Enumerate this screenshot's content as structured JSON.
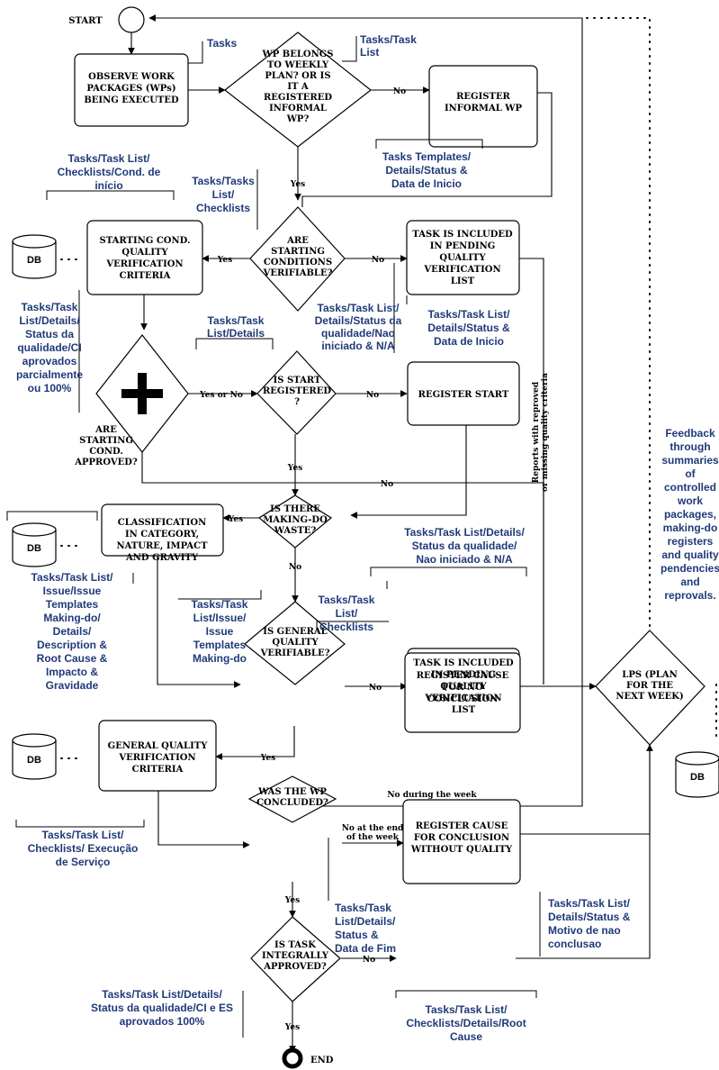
{
  "terminals": {
    "start": "START",
    "end": "END"
  },
  "processes": {
    "observe": [
      "OBSERVE WORK",
      "PACKAGES (WPs)",
      "BEING EXECUTED"
    ],
    "register_informal": [
      "REGISTER",
      "INFORMAL WP"
    ],
    "starting_criteria": [
      "STARTING COND.",
      "QUALITY",
      "VERIFICATION",
      "CRITERIA"
    ],
    "pending_list_1": [
      "TASK IS INCLUDED",
      "IN PENDING",
      "QUALITY",
      "VERIFICATION",
      "LIST"
    ],
    "register_start": [
      "REGISTER START"
    ],
    "classification": [
      "CLASSIFICATION",
      "IN CATEGORY,",
      "NATURE, IMPACT",
      "AND GRAVITY"
    ],
    "pending_list_2": [
      "TASK IS INCLUDED",
      "IN PENDING",
      "QUALITY",
      "VERIFICATION",
      "LIST"
    ],
    "general_criteria": [
      "GENERAL QUALITY",
      "VERIFICATION",
      "CRITERIA"
    ],
    "cause_no_conclusion": [
      "REGISTER CAUSE",
      "FOR NO",
      "CONCLUSION"
    ],
    "cause_without_quality": [
      "REGISTER CAUSE",
      "FOR CONCLUSION",
      "WITHOUT QUALITY"
    ]
  },
  "decisions": {
    "wp_belongs": [
      "WP BELONGS",
      "TO WEEKLY",
      "PLAN? OR IS",
      "IT A",
      "REGISTERED",
      "INFORMAL",
      "WP?"
    ],
    "starting_verifiable": [
      "ARE",
      "STARTING",
      "CONDITIONS",
      "VERIFIABLE?"
    ],
    "start_registered": [
      "IS START",
      "REGISTERED",
      "?"
    ],
    "making_do": [
      "IS THERE",
      "MAKING-DO",
      "WASTE?"
    ],
    "general_verifiable": [
      "IS GENERAL",
      "QUALITY",
      "VERIFIABLE?"
    ],
    "wp_concluded": [
      "WAS THE WP",
      "CONCLUDED?"
    ],
    "integrally_approved": [
      "IS TASK",
      "INTEGRALLY",
      "APPROVED?"
    ],
    "lps": [
      "LPS (PLAN",
      "FOR THE",
      "NEXT WEEK)"
    ],
    "starting_approved": [
      "ARE",
      "STARTING",
      "COND.",
      "APPROVED?"
    ]
  },
  "edge_labels": {
    "no1": "No",
    "yes1": "Yes",
    "yes2": "Yes",
    "no2": "No",
    "yes_or_no": "Yes or No",
    "no3": "No",
    "yes3": "Yes",
    "no4": "No",
    "yes4": "Yes",
    "no5": "No",
    "no6": "No",
    "yes5": "Yes",
    "no_during_week": "No during the week",
    "no_end_week": [
      "No at the end",
      "of the week"
    ],
    "yes6": "Yes",
    "no7": "No",
    "yes7": "Yes",
    "reports": [
      "Reports with reproved",
      "or missing quality criteria"
    ]
  },
  "annotations": {
    "tasks": [
      "Tasks"
    ],
    "tasks_list_top": [
      "Tasks/Task",
      "List"
    ],
    "templates_start": [
      "Tasks Templates/",
      "Details/Status &",
      "Data de Inicio"
    ],
    "checklists_cond": [
      "Tasks/Task List/",
      "Checklists/Cond. de",
      "início"
    ],
    "tasks_list_checklists": [
      "Tasks/Tasks",
      "List/",
      "Checklists"
    ],
    "status_qualidade_nao": [
      "Tasks/Task List/",
      "Details/Status da",
      "qualidade/Nao",
      "iniciado & N/A"
    ],
    "approved_partial": [
      "Tasks/Task",
      "List/Details/",
      "Status da",
      "qualidade/CI",
      "aprovados",
      "parcialmente",
      "ou 100%"
    ],
    "list_details": [
      "Tasks/Task",
      "List/Details"
    ],
    "status_data_inicio": [
      "Tasks/Task List/",
      "Details/Status &",
      "Data de Inicio"
    ],
    "issue_templates_left": [
      "Tasks/Task List/",
      "Issue/Issue",
      "Templates",
      "Making-do/",
      "Details/",
      "Description &",
      "Root Cause &",
      "Impacto &",
      "Gravidade"
    ],
    "issue_templates_mid": [
      "Tasks/Task",
      "List/Issue/",
      "Issue",
      "Templates",
      "Making-do"
    ],
    "list_checklists_mid": [
      "Tasks/Task",
      "List/",
      "Checklists"
    ],
    "status_nao_iniciado": [
      "Tasks/Task List/Details/",
      "Status da qualidade/",
      "Nao iniciado & N/A"
    ],
    "execucao": [
      "Tasks/Task List/",
      "Checklists/ Execução",
      "de Serviço"
    ],
    "data_de_fim": [
      "Tasks/Task",
      "List/Details/",
      "Status &",
      "Data de Fim"
    ],
    "motivo": [
      "Tasks/Task List/",
      "Details/Status &",
      "Motivo de nao",
      "conclusao"
    ],
    "approved_100": [
      "Tasks/Task List/Details/",
      "Status da qualidade/CI e ES",
      "aprovados 100%"
    ],
    "root_cause": [
      "Tasks/Task List/",
      "Checklists/Details/Root",
      "Cause"
    ],
    "feedback": [
      "Feedback",
      "through",
      "summaries",
      "of",
      "controlled",
      "work",
      "packages,",
      "making-do",
      "registers",
      "and quality",
      "pendencies",
      "and",
      "reprovals."
    ]
  },
  "databases": {
    "db1": "DB",
    "db2": "DB",
    "db3": "DB",
    "db4": "DB"
  }
}
